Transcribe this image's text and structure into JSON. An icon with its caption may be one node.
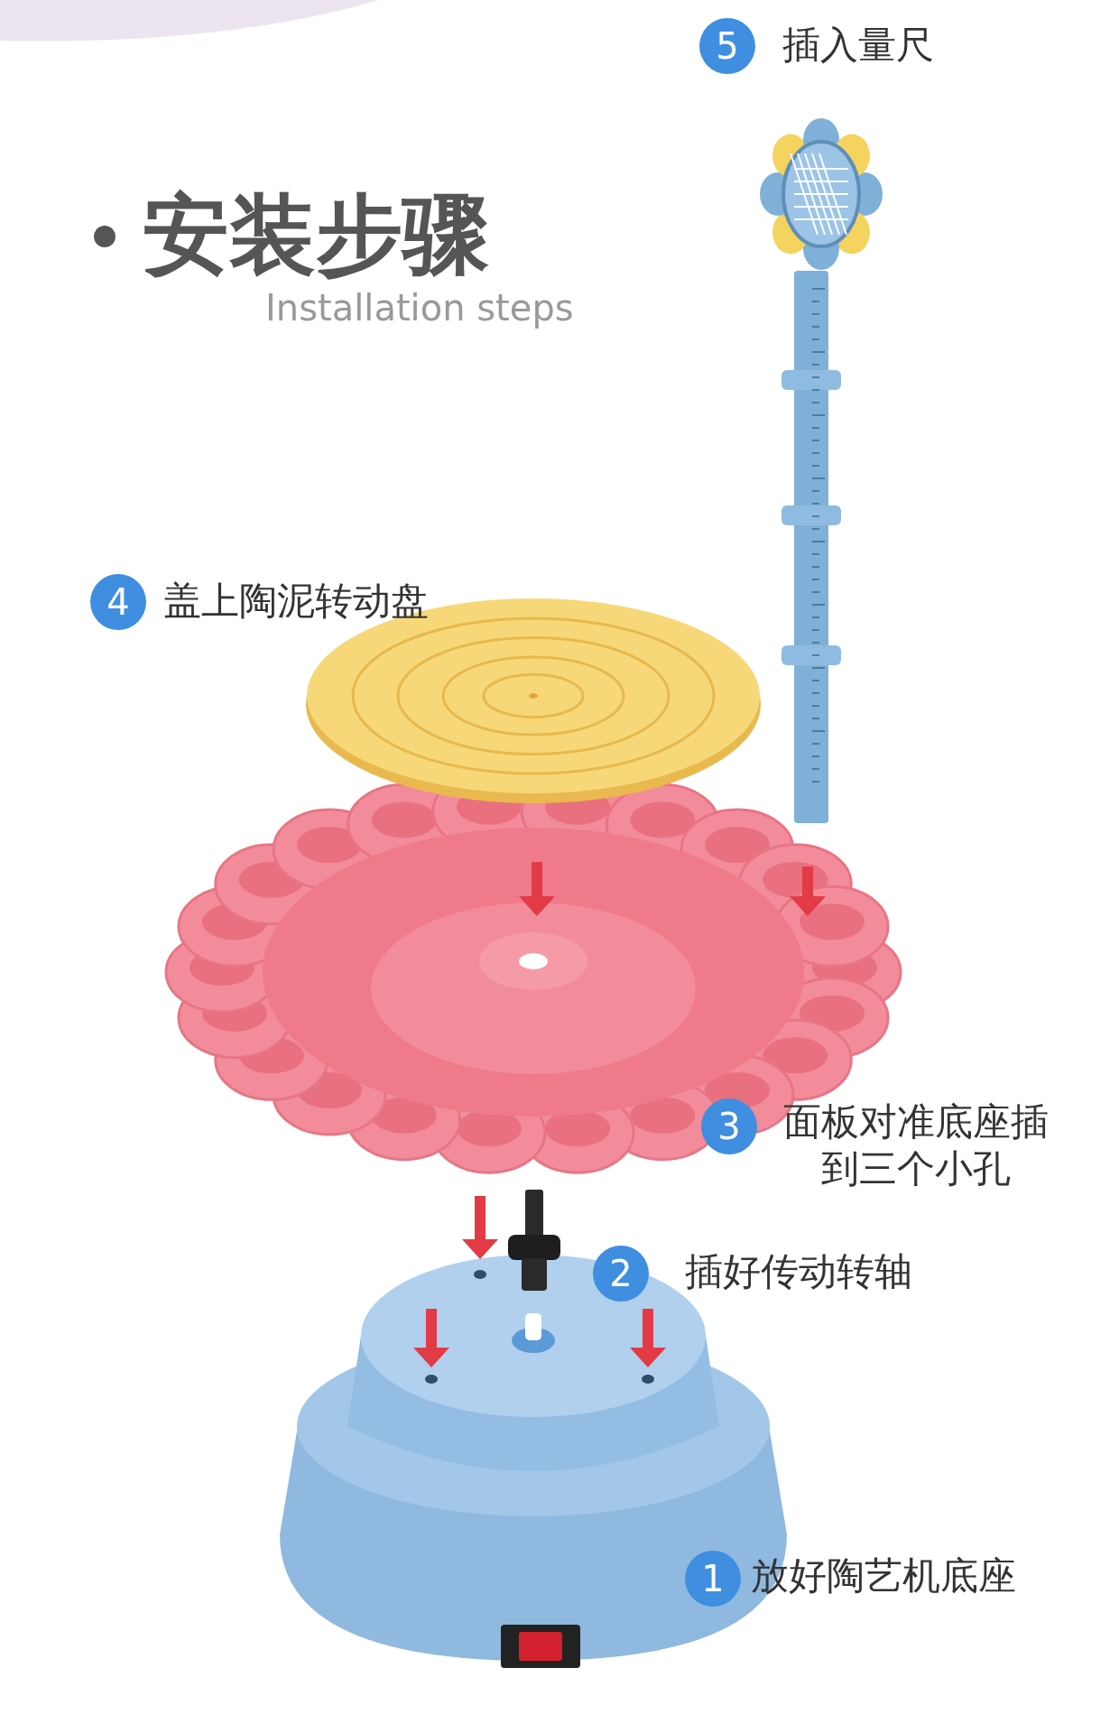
{
  "diagram": {
    "title": "安装步骤",
    "labels": [
      "Installation steps",
      "5",
      "插入量尺",
      "4",
      "盖上陶泥转动盘",
      "3",
      "面板对准底座插到三个小孔",
      "2",
      "插好传动转轴",
      "1",
      "放好陶艺机底座"
    ]
  }
}
